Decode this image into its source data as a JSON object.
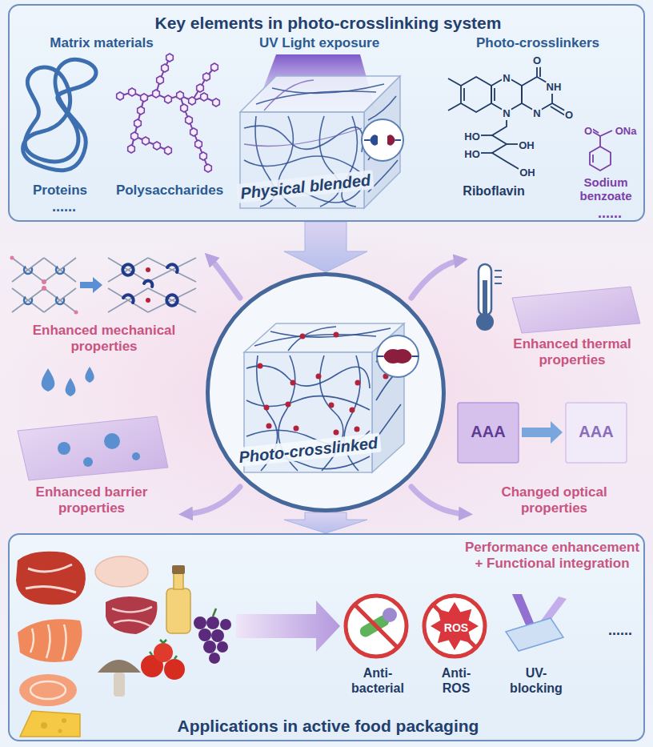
{
  "diagram": {
    "nodes": [
      {
        "text": [
          "Key elements in photo-crosslinking system",
          "Matrix materials",
          "UV Light exposure",
          "Photo-crosslinkers",
          "Proteins",
          "Polysaccharides",
          "......",
          "Physical blended",
          "Riboflavin",
          "Sodium benzoate",
          "......"
        ]
      },
      {
        "text": [
          "Photo-crosslinked"
        ]
      },
      {
        "text": [
          "Applications in active food packaging",
          "Performance enhancement + Functional integration",
          "Anti- bacterial",
          "ROS",
          "Anti- ROS",
          "UV- blocking",
          "......"
        ]
      }
    ],
    "edges": [
      {
        "from": 0,
        "to": 1,
        "arrow": "to"
      },
      {
        "from": 1,
        "to": 2,
        "arrow": "to"
      }
    ],
    "labels": [
      "Enhanced mechanical properties",
      "Enhanced thermal properties",
      "Enhanced barrier properties",
      "Changed optical properties",
      "AAA",
      "AAA",
      "N",
      "O",
      "NH",
      "N",
      "N",
      "O",
      "HO",
      "OH",
      "HO",
      "OH",
      "O",
      "ONa"
    ]
  }
}
